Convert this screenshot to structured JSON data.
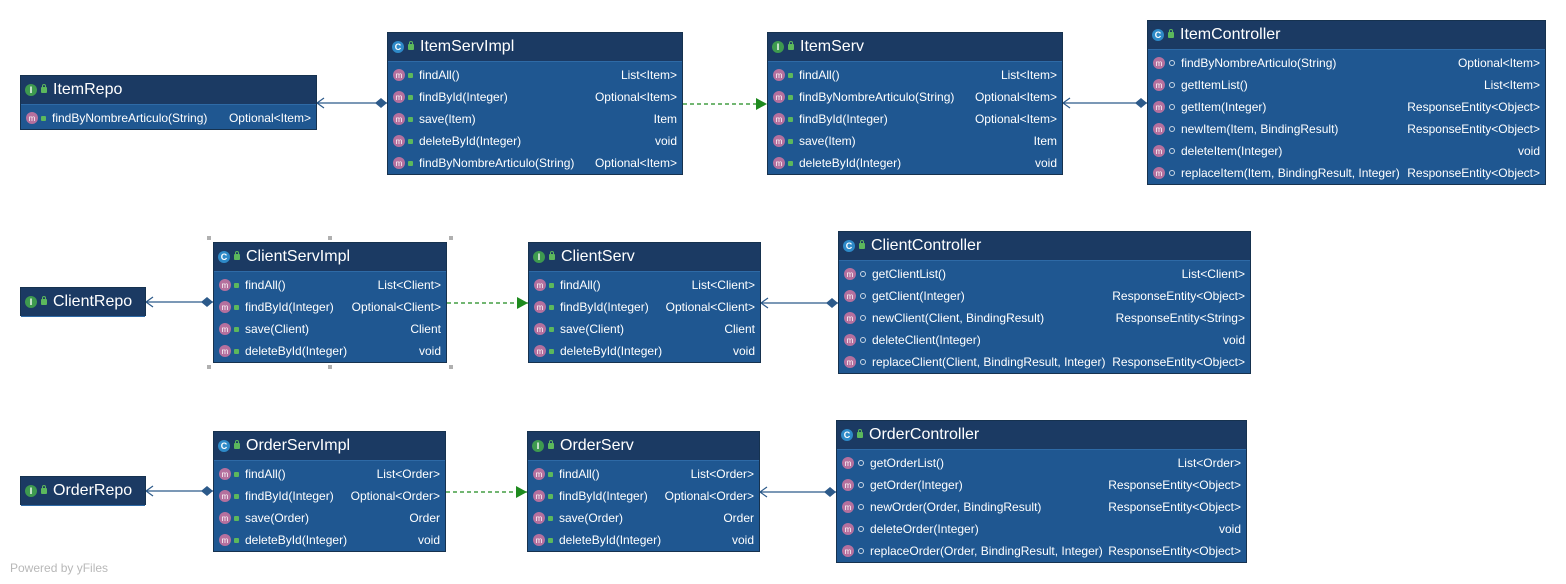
{
  "watermark": "Powered by yFiles",
  "colors": {
    "node_body": "#1f5791",
    "node_header": "#1b3a63",
    "method_badge": "#b5709e",
    "class_badge": "#2e8ac8",
    "interface_badge": "#3e9a4f",
    "realization_edge": "#1e8a1e",
    "association_edge": "#2c5a8a"
  },
  "nodes": [
    {
      "id": "ItemRepo",
      "kind": "interface",
      "badge": "I",
      "title": "ItemRepo",
      "members": [
        {
          "badge": "m",
          "vis": "public",
          "sig": "findByNombreArticulo(String)",
          "ret": "Optional<Item>"
        }
      ]
    },
    {
      "id": "ItemServImpl",
      "kind": "class",
      "badge": "C",
      "title": "ItemServImpl",
      "members": [
        {
          "badge": "m",
          "vis": "public",
          "sig": "findAll()",
          "ret": "List<Item>"
        },
        {
          "badge": "m",
          "vis": "public",
          "sig": "findById(Integer)",
          "ret": "Optional<Item>"
        },
        {
          "badge": "m",
          "vis": "public",
          "sig": "save(Item)",
          "ret": "Item"
        },
        {
          "badge": "m",
          "vis": "public",
          "sig": "deleteById(Integer)",
          "ret": "void"
        },
        {
          "badge": "m",
          "vis": "public",
          "sig": "findByNombreArticulo(String)",
          "ret": "Optional<Item>"
        }
      ]
    },
    {
      "id": "ItemServ",
      "kind": "interface",
      "badge": "I",
      "title": "ItemServ",
      "members": [
        {
          "badge": "m",
          "vis": "public",
          "sig": "findAll()",
          "ret": "List<Item>"
        },
        {
          "badge": "m",
          "vis": "public",
          "sig": "findByNombreArticulo(String)",
          "ret": "Optional<Item>"
        },
        {
          "badge": "m",
          "vis": "public",
          "sig": "findById(Integer)",
          "ret": "Optional<Item>"
        },
        {
          "badge": "m",
          "vis": "public",
          "sig": "save(Item)",
          "ret": "Item"
        },
        {
          "badge": "m",
          "vis": "public",
          "sig": "deleteById(Integer)",
          "ret": "void"
        }
      ]
    },
    {
      "id": "ItemController",
      "kind": "class",
      "badge": "C",
      "title": "ItemController",
      "members": [
        {
          "badge": "m",
          "vis": "package",
          "sig": "findByNombreArticulo(String)",
          "ret": "Optional<Item>"
        },
        {
          "badge": "m",
          "vis": "package",
          "sig": "getItemList()",
          "ret": "List<Item>"
        },
        {
          "badge": "m",
          "vis": "package",
          "sig": "getItem(Integer)",
          "ret": "ResponseEntity<Object>"
        },
        {
          "badge": "m",
          "vis": "package",
          "sig": "newItem(Item, BindingResult)",
          "ret": "ResponseEntity<Object>"
        },
        {
          "badge": "m",
          "vis": "package",
          "sig": "deleteItem(Integer)",
          "ret": "void"
        },
        {
          "badge": "m",
          "vis": "package",
          "sig": "replaceItem(Item, BindingResult, Integer)",
          "ret": "ResponseEntity<Object>"
        }
      ]
    },
    {
      "id": "ClientRepo",
      "kind": "interface",
      "badge": "I",
      "title": "ClientRepo",
      "members": []
    },
    {
      "id": "ClientServImpl",
      "kind": "class",
      "badge": "C",
      "title": "ClientServImpl",
      "members": [
        {
          "badge": "m",
          "vis": "public",
          "sig": "findAll()",
          "ret": "List<Client>"
        },
        {
          "badge": "m",
          "vis": "public",
          "sig": "findById(Integer)",
          "ret": "Optional<Client>"
        },
        {
          "badge": "m",
          "vis": "public",
          "sig": "save(Client)",
          "ret": "Client"
        },
        {
          "badge": "m",
          "vis": "public",
          "sig": "deleteById(Integer)",
          "ret": "void"
        }
      ]
    },
    {
      "id": "ClientServ",
      "kind": "interface",
      "badge": "I",
      "title": "ClientServ",
      "members": [
        {
          "badge": "m",
          "vis": "public",
          "sig": "findAll()",
          "ret": "List<Client>"
        },
        {
          "badge": "m",
          "vis": "public",
          "sig": "findById(Integer)",
          "ret": "Optional<Client>"
        },
        {
          "badge": "m",
          "vis": "public",
          "sig": "save(Client)",
          "ret": "Client"
        },
        {
          "badge": "m",
          "vis": "public",
          "sig": "deleteById(Integer)",
          "ret": "void"
        }
      ]
    },
    {
      "id": "ClientController",
      "kind": "class",
      "badge": "C",
      "title": "ClientController",
      "members": [
        {
          "badge": "m",
          "vis": "package",
          "sig": "getClientList()",
          "ret": "List<Client>"
        },
        {
          "badge": "m",
          "vis": "package",
          "sig": "getClient(Integer)",
          "ret": "ResponseEntity<Object>"
        },
        {
          "badge": "m",
          "vis": "package",
          "sig": "newClient(Client, BindingResult)",
          "ret": "ResponseEntity<String>"
        },
        {
          "badge": "m",
          "vis": "package",
          "sig": "deleteClient(Integer)",
          "ret": "void"
        },
        {
          "badge": "m",
          "vis": "package",
          "sig": "replaceClient(Client, BindingResult, Integer)",
          "ret": "ResponseEntity<Object>"
        }
      ]
    },
    {
      "id": "OrderRepo",
      "kind": "interface",
      "badge": "I",
      "title": "OrderRepo",
      "members": []
    },
    {
      "id": "OrderServImpl",
      "kind": "class",
      "badge": "C",
      "title": "OrderServImpl",
      "members": [
        {
          "badge": "m",
          "vis": "public",
          "sig": "findAll()",
          "ret": "List<Order>"
        },
        {
          "badge": "m",
          "vis": "public",
          "sig": "findById(Integer)",
          "ret": "Optional<Order>"
        },
        {
          "badge": "m",
          "vis": "public",
          "sig": "save(Order)",
          "ret": "Order"
        },
        {
          "badge": "m",
          "vis": "public",
          "sig": "deleteById(Integer)",
          "ret": "void"
        }
      ]
    },
    {
      "id": "OrderServ",
      "kind": "interface",
      "badge": "I",
      "title": "OrderServ",
      "members": [
        {
          "badge": "m",
          "vis": "public",
          "sig": "findAll()",
          "ret": "List<Order>"
        },
        {
          "badge": "m",
          "vis": "public",
          "sig": "findById(Integer)",
          "ret": "Optional<Order>"
        },
        {
          "badge": "m",
          "vis": "public",
          "sig": "save(Order)",
          "ret": "Order"
        },
        {
          "badge": "m",
          "vis": "public",
          "sig": "deleteById(Integer)",
          "ret": "void"
        }
      ]
    },
    {
      "id": "OrderController",
      "kind": "class",
      "badge": "C",
      "title": "OrderController",
      "members": [
        {
          "badge": "m",
          "vis": "package",
          "sig": "getOrderList()",
          "ret": "List<Order>"
        },
        {
          "badge": "m",
          "vis": "package",
          "sig": "getOrder(Integer)",
          "ret": "ResponseEntity<Object>"
        },
        {
          "badge": "m",
          "vis": "package",
          "sig": "newOrder(Order, BindingResult)",
          "ret": "ResponseEntity<Object>"
        },
        {
          "badge": "m",
          "vis": "package",
          "sig": "deleteOrder(Integer)",
          "ret": "void"
        },
        {
          "badge": "m",
          "vis": "package",
          "sig": "replaceOrder(Order, BindingResult, Integer)",
          "ret": "ResponseEntity<Object>"
        }
      ]
    }
  ],
  "edges": [
    {
      "from": "ItemServImpl",
      "to": "ItemRepo",
      "type": "association"
    },
    {
      "from": "ItemServImpl",
      "to": "ItemServ",
      "type": "realization"
    },
    {
      "from": "ItemController",
      "to": "ItemServ",
      "type": "association"
    },
    {
      "from": "ClientServImpl",
      "to": "ClientRepo",
      "type": "association"
    },
    {
      "from": "ClientServImpl",
      "to": "ClientServ",
      "type": "realization"
    },
    {
      "from": "ClientController",
      "to": "ClientServ",
      "type": "association"
    },
    {
      "from": "OrderServImpl",
      "to": "OrderRepo",
      "type": "association"
    },
    {
      "from": "OrderServImpl",
      "to": "OrderServ",
      "type": "realization"
    },
    {
      "from": "OrderController",
      "to": "OrderServ",
      "type": "association"
    }
  ],
  "selected_node": "ClientServImpl"
}
